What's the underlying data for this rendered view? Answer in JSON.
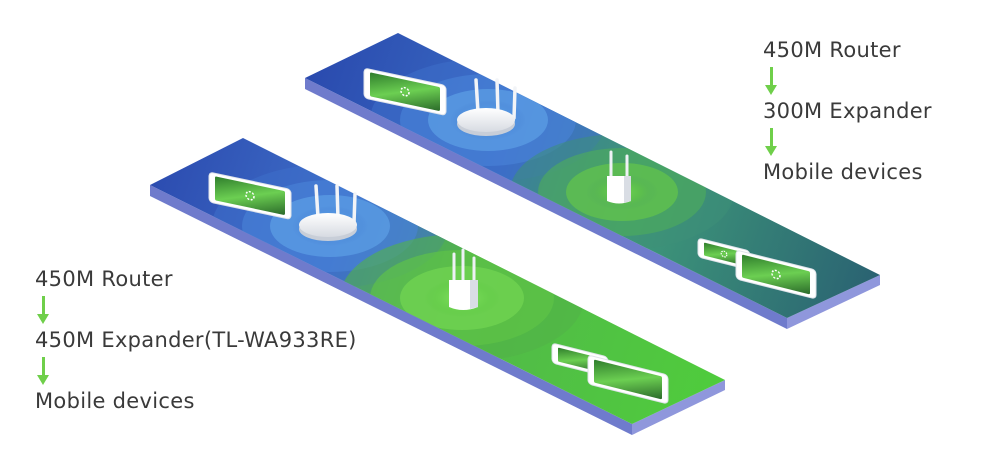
{
  "colors": {
    "arrow": "#6fcf4a",
    "panel_blue": "#2c4eb0",
    "panel_green": "#56c43c",
    "panel_teal": "#2f7d80",
    "panel_edge": "#7b86d4"
  },
  "top_scenario": {
    "router": "450M Router",
    "expander": "300M Expander",
    "devices": "Mobile devices"
  },
  "bottom_scenario": {
    "router": "450M Router",
    "expander": "450M Expander(TL-WA933RE)",
    "devices": "Mobile devices"
  },
  "icons": [
    "tablet-icon",
    "router-icon",
    "range-extender-icon",
    "phone-icon",
    "wifi-signal-icon"
  ]
}
